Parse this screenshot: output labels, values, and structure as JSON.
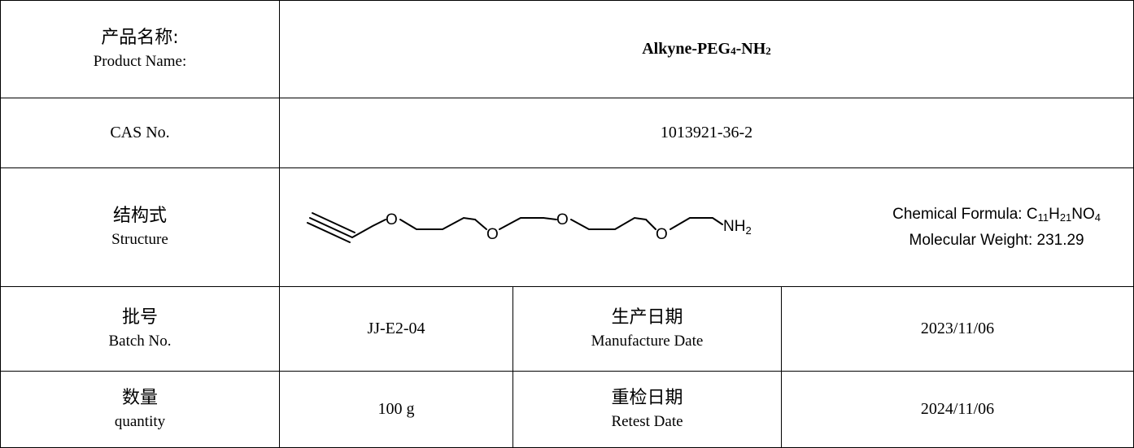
{
  "product_name": {
    "label_zh": "产品名称:",
    "label_en": "Product Name:",
    "value_main": "Alkyne-PEG",
    "value_sub1": "4",
    "value_mid": "-NH",
    "value_sub2": "2"
  },
  "cas": {
    "label_en": "CAS No.",
    "value": "1013921-36-2"
  },
  "structure": {
    "label_zh": "结构式",
    "label_en": "Structure",
    "atoms": [
      "O",
      "O",
      "O",
      "O",
      "NH",
      "2"
    ],
    "formula_label": "Chemical Formula: ",
    "formula_parts": [
      "C",
      "11",
      "H",
      "21",
      "NO",
      "4"
    ],
    "mw_text": "Molecular Weight: 231.29"
  },
  "batch": {
    "label_zh": "批号",
    "label_en": "Batch No.",
    "value": "JJ-E2-04"
  },
  "manufacture": {
    "label_zh": "生产日期",
    "label_en": "Manufacture Date",
    "value": "2023/11/06"
  },
  "quantity": {
    "label_zh": "数量",
    "label_en": "quantity",
    "value": "100 g"
  },
  "retest": {
    "label_zh": "重检日期",
    "label_en": "Retest Date",
    "value": "2024/11/06"
  }
}
